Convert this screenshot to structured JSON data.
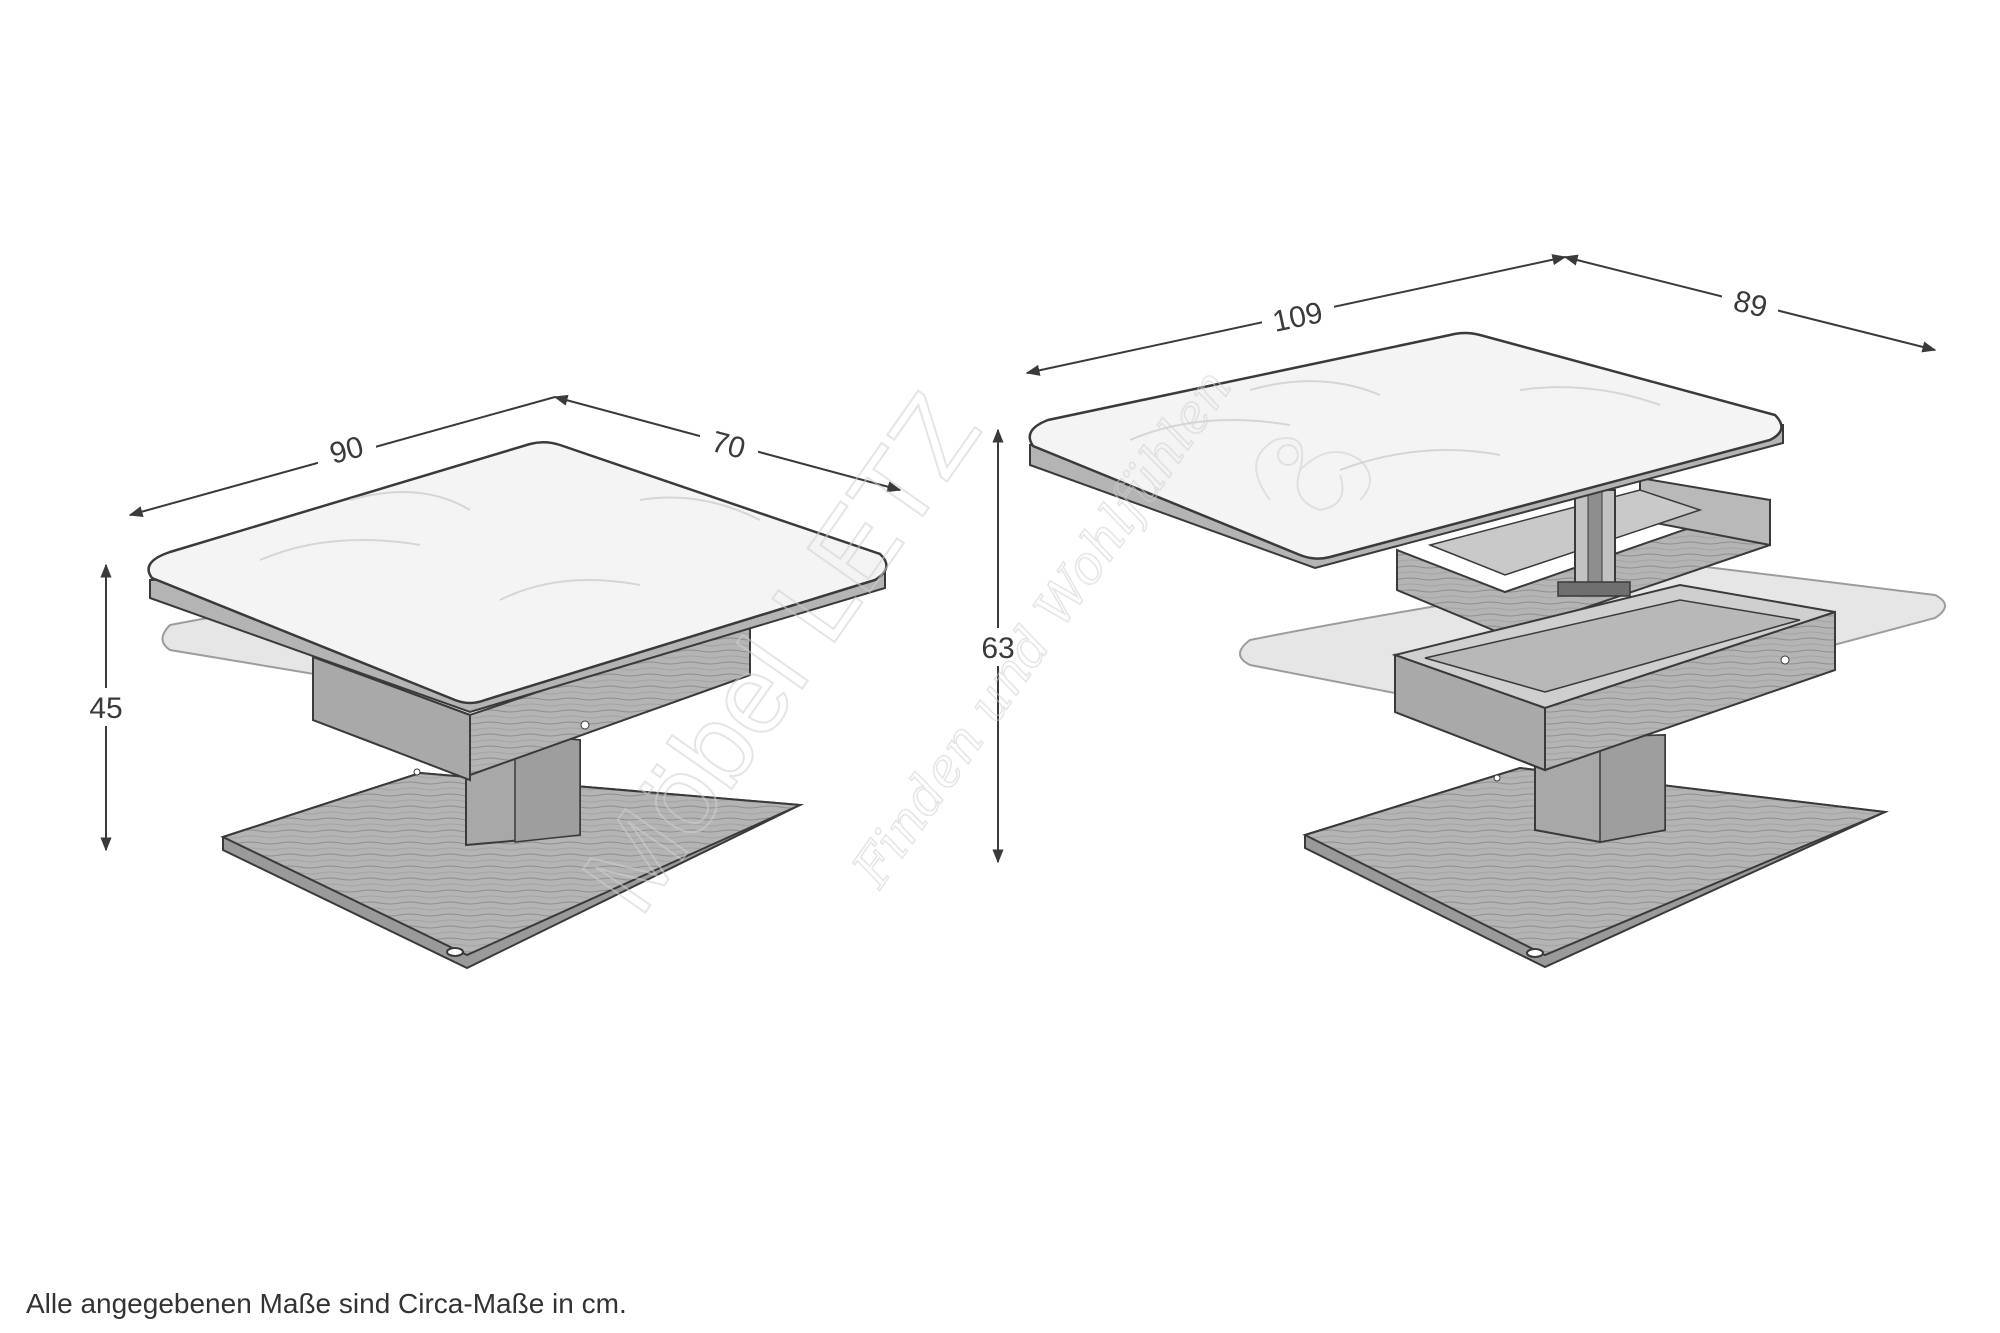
{
  "dimensions": {
    "closed": {
      "width": "90",
      "depth": "70",
      "height": "45"
    },
    "open": {
      "width": "109",
      "depth": "89",
      "height": "63"
    }
  },
  "watermark": {
    "brand": "Möbel LETZ",
    "slogan": "Finden und Wohlfühlen"
  },
  "footnote": "Alle angegebenen Maße sind Circa-Maße in cm.",
  "colors": {
    "line": "#3a3a3a",
    "wood": "#b4b4b4",
    "wood_dark": "#9a9a9a",
    "marble": "#f4f4f4",
    "glass": "#e6e6e6",
    "watermark": "#d9d9d9"
  }
}
